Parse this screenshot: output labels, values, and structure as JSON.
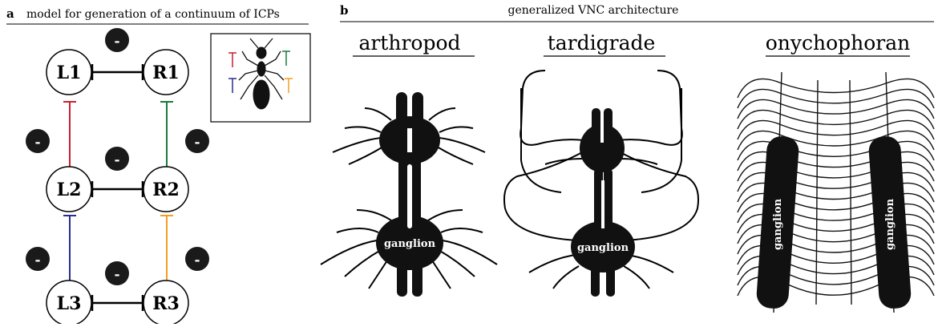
{
  "panel_a": {
    "letter": "a",
    "title": "model for generation of a continuum of ICPs",
    "nodes": [
      {
        "id": "L1",
        "label": "L1"
      },
      {
        "id": "R1",
        "label": "R1"
      },
      {
        "id": "L2",
        "label": "L2"
      },
      {
        "id": "R2",
        "label": "R2"
      },
      {
        "id": "L3",
        "label": "L3"
      },
      {
        "id": "R3",
        "label": "R3"
      }
    ],
    "inhibition_symbol": "-",
    "connection_colors": {
      "mutual": "#000000",
      "left_upper": "#c8202f",
      "right_upper": "#1b7a3a",
      "left_lower": "#2a2e8f",
      "right_lower": "#f0a020"
    }
  },
  "panel_b": {
    "letter": "b",
    "title": "generalized VNC architecture",
    "organisms": [
      {
        "title": "arthropod",
        "ganglion_label": "ganglion"
      },
      {
        "title": "tardigrade",
        "ganglion_label": "ganglion"
      },
      {
        "title": "onychophoran",
        "ganglion_labels": [
          "ganglion",
          "ganglion"
        ]
      }
    ]
  }
}
